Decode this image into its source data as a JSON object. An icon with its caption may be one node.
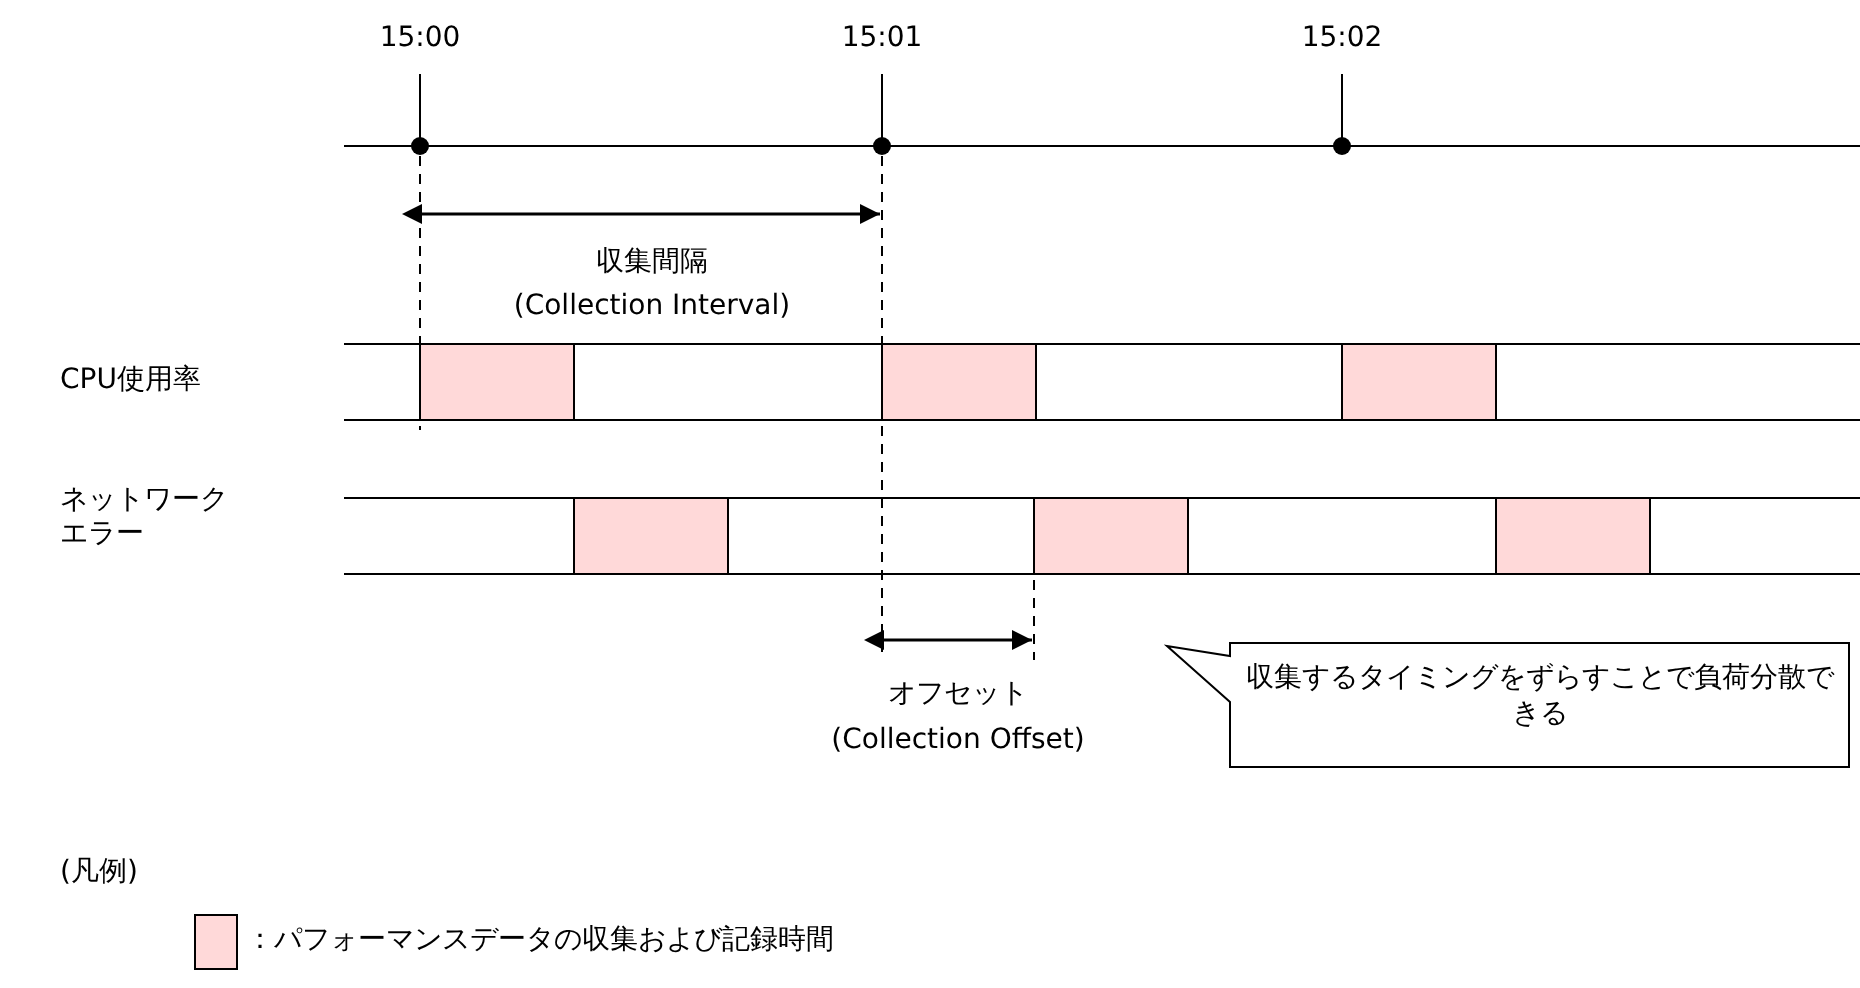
{
  "diagram": {
    "nodes": [
      {
        "text": [
          "収集するタイミングをずらすことで負荷分散できる"
        ]
      }
    ],
    "labels": [
      "15:00",
      "15:01",
      "15:02",
      "収集間隔",
      "(Collection Interval)",
      "CPU使用率",
      "ネットワークエラー",
      "オフセット",
      "(Collection Offset)",
      "(凡例)"
    ],
    "legend": [
      {
        "text": "：パフォーマンスデータの収集および記録時間",
        "color": "#ffd9d9"
      }
    ]
  }
}
